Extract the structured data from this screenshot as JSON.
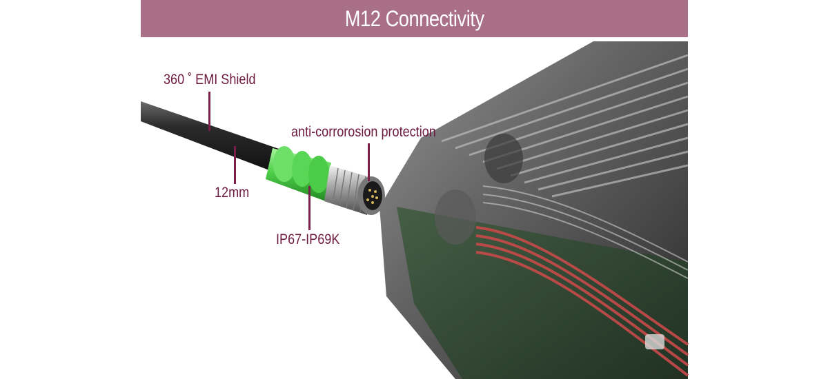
{
  "title": "M12 Connectivity",
  "callouts": {
    "emi": "360 ˚ EMI Shield",
    "diameter": "12mm",
    "corrosion": "anti-corrorosion protection",
    "ip": "IP67-IP69K"
  },
  "colors": {
    "title_bar": "#a86f86",
    "callout_text": "#6d1a3f",
    "leader_line": "#7a1f49",
    "connector_green": "#4fcf4a"
  }
}
